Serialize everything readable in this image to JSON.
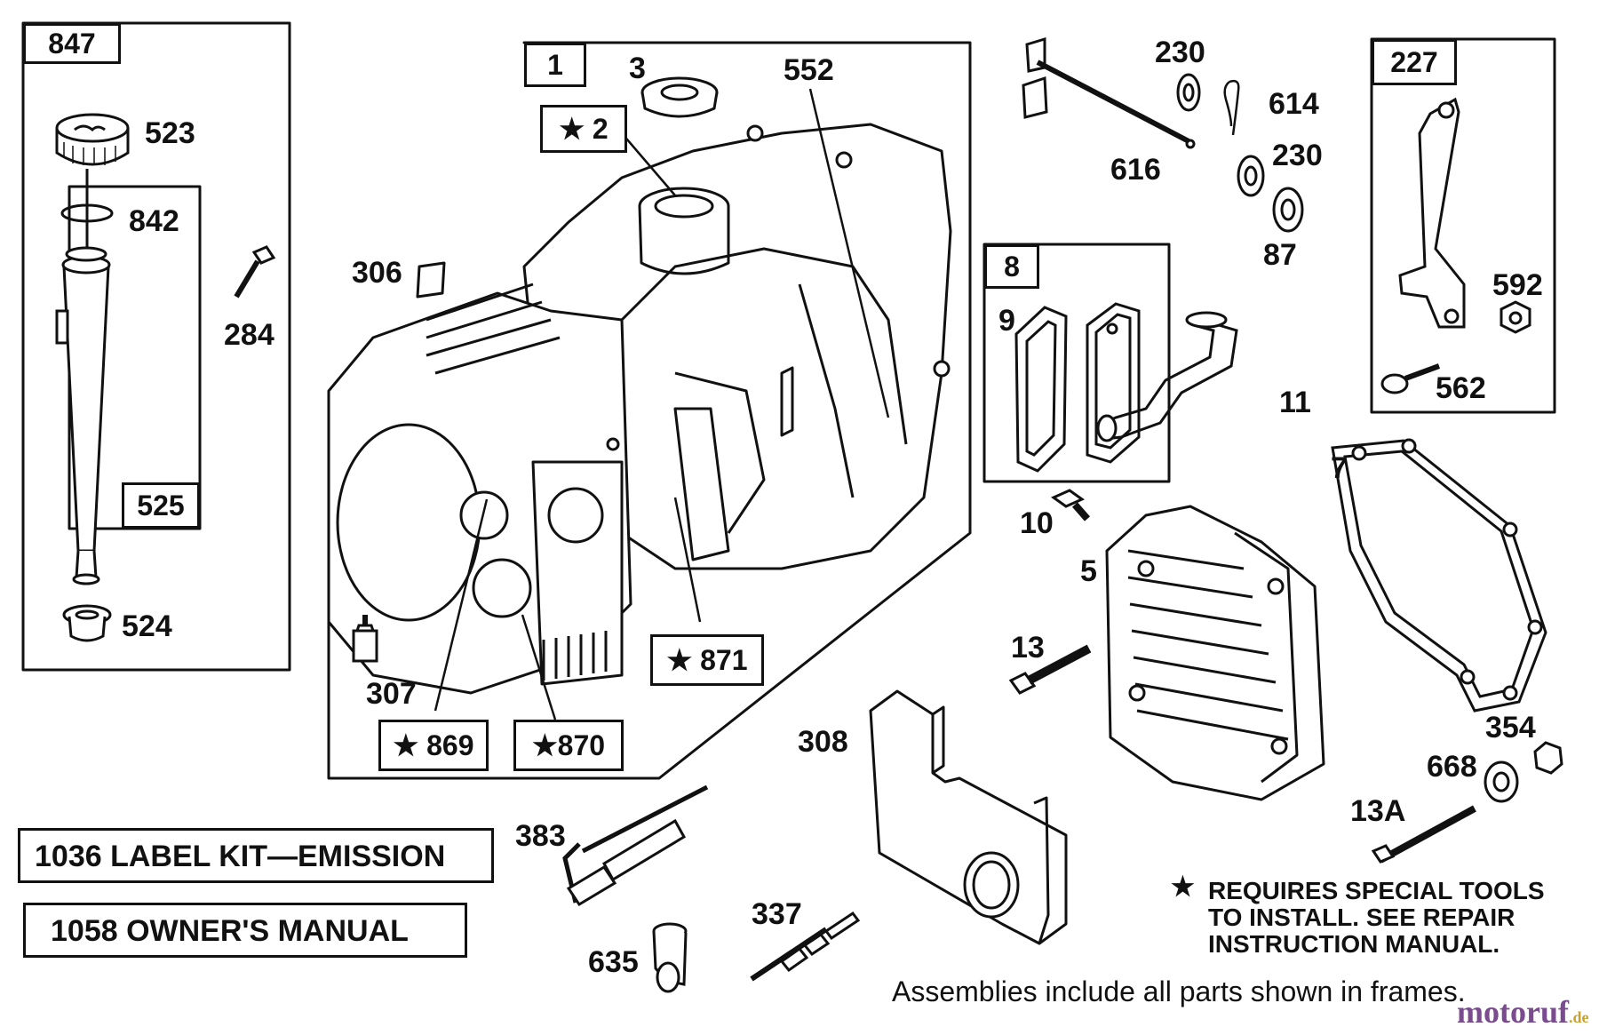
{
  "frame_labels": {
    "f847": "847",
    "f842": "842",
    "f525": "525",
    "f1": "1",
    "f8": "8",
    "f227": "227"
  },
  "starred_labels": {
    "s2": "★ 2",
    "s869": "★ 869",
    "s870": "★870",
    "s871": "★ 871"
  },
  "part_numbers": {
    "p523": "523",
    "p284": "284",
    "p524": "524",
    "p3": "3",
    "p552": "552",
    "p306": "306",
    "p307": "307",
    "p230a": "230",
    "p614": "614",
    "p616": "616",
    "p230b": "230",
    "p87": "87",
    "p9": "9",
    "p11": "11",
    "p592": "592",
    "p562": "562",
    "p7": "7",
    "p10": "10",
    "p5": "5",
    "p13": "13",
    "p308": "308",
    "p354": "354",
    "p668": "668",
    "p13a": "13A",
    "p383": "383",
    "p337": "337",
    "p635": "635"
  },
  "kits": {
    "label_kit": "1036 LABEL KIT—EMISSION",
    "owners_manual": "1058 OWNER'S MANUAL"
  },
  "notes": {
    "star": "★",
    "line1": "REQUIRES SPECIAL TOOLS",
    "line2": "TO INSTALL.  SEE REPAIR",
    "line3": "INSTRUCTION MANUAL."
  },
  "footer": "Assemblies include all parts shown in frames.",
  "watermark": {
    "name": "motoruf",
    "suffix": ".de",
    "color_primary": "#7a4b8f",
    "color_secondary": "#c9a227"
  }
}
